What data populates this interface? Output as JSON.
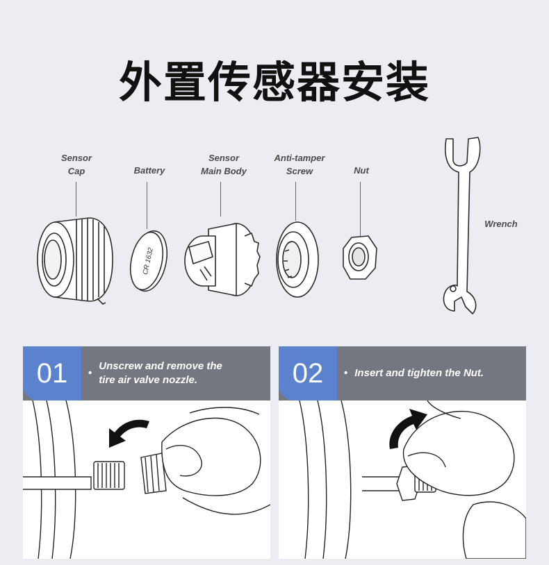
{
  "title": "外置传感器安装",
  "parts": {
    "sensor_cap": "Sensor\nCap",
    "battery": "Battery",
    "sensor_main_body": "Sensor\nMain Body",
    "anti_tamper_screw": "Anti-tamper\nScrew",
    "nut": "Nut",
    "wrench": "Wrench",
    "battery_marking": "CR 1632"
  },
  "steps": [
    {
      "number": "01",
      "bullet": "•",
      "text_line1": "Unscrew and remove the",
      "text_line2": "tire air valve nozzle."
    },
    {
      "number": "02",
      "bullet": "•",
      "text_line1": "Insert and tighten the Nut.",
      "text_line2": ""
    }
  ]
}
